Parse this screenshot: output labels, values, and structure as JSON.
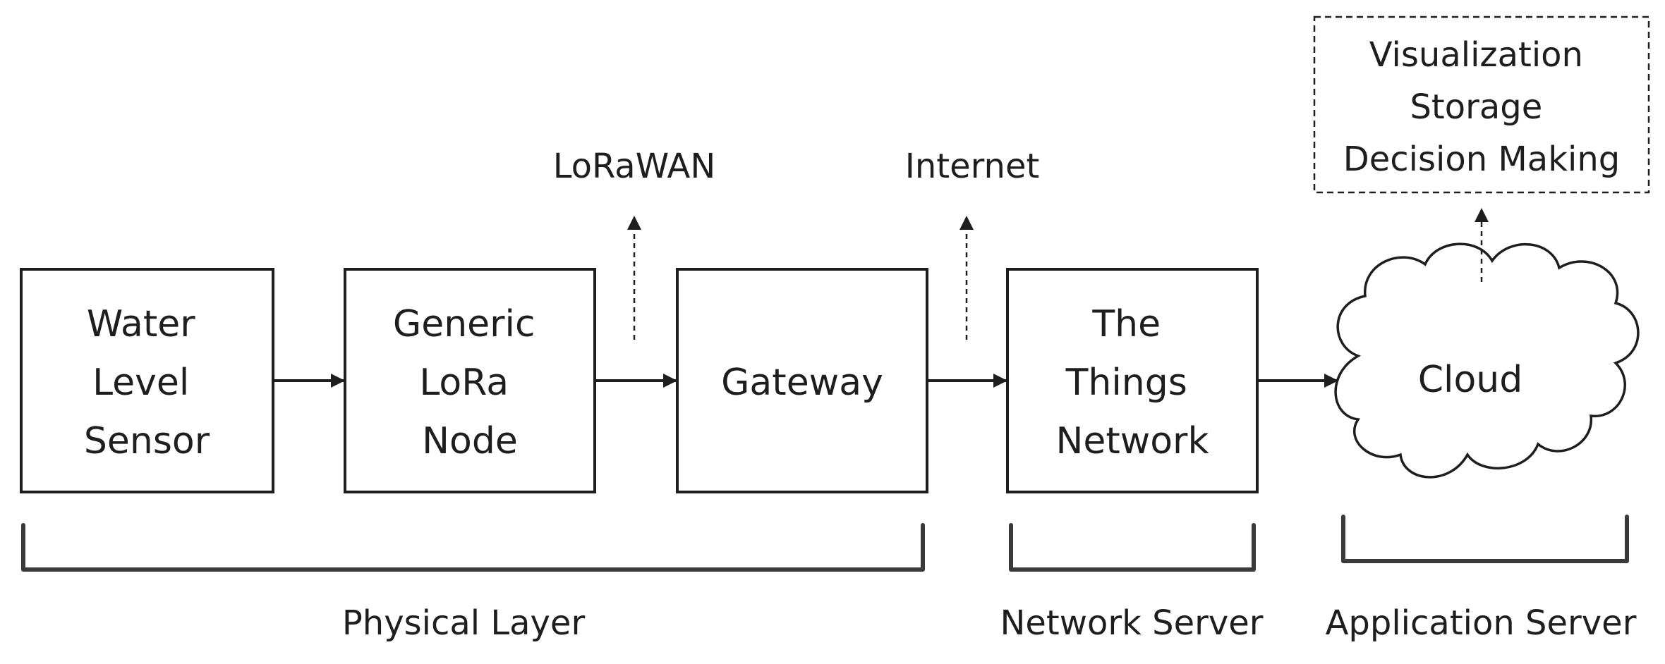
{
  "nodes": {
    "sensor": [
      "Water",
      "Level",
      "Sensor"
    ],
    "lora_node": [
      "Generic",
      "LoRa",
      "Node"
    ],
    "gateway": [
      "Gateway"
    ],
    "ttn": [
      "The",
      "Things",
      "Network"
    ],
    "cloud": [
      "Cloud"
    ]
  },
  "protocols": {
    "lorawan": "LoRaWAN",
    "internet": "Internet"
  },
  "cloud_functions": [
    "Visualization",
    "Storage",
    "Decision Making"
  ],
  "layers": {
    "physical": "Physical Layer",
    "network": "Network Server",
    "application": "Application Server"
  }
}
